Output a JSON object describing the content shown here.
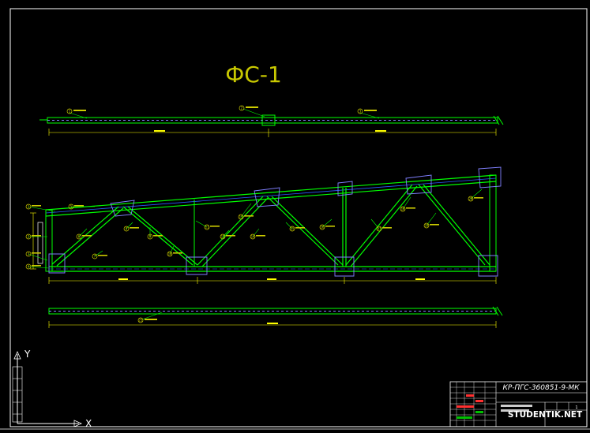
{
  "colors": {
    "background": "#000000",
    "frame": "#ffffff",
    "chord": "#00ff00",
    "member": "#00ff00",
    "blue_line": "#2a5cff",
    "hatch": "#8080ff",
    "dim": "#ffff00",
    "callout": "#cccc00",
    "title": "#c8c800",
    "table_red": "#ff3030",
    "table_green": "#00c000",
    "axis": "#ffffff"
  },
  "drawing": {
    "title": "ФС-1"
  },
  "views": {
    "top_chord_plan": {
      "callouts": [
        "1",
        "2",
        "3"
      ]
    },
    "elevation": {
      "callouts": [
        "1",
        "2",
        "3",
        "4",
        "5",
        "6",
        "7",
        "8",
        "9",
        "10",
        "11",
        "12",
        "13",
        "14",
        "15",
        "16",
        "17",
        "18",
        "19",
        "20"
      ]
    },
    "bottom_chord_plan": {
      "callouts": [
        "21"
      ]
    }
  },
  "ucs": {
    "y_label": "Y",
    "x_label": "X",
    "icon": "ucs-icon"
  },
  "title_block": {
    "code": "КР-ПГС-360851-9-МК",
    "watermark": "STUDENTIK.NET"
  }
}
